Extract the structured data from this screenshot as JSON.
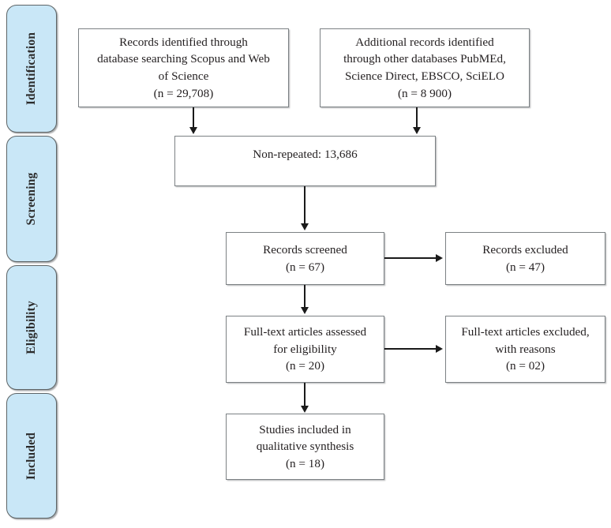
{
  "diagram": {
    "type": "prisma-flow-diagram",
    "stages": [
      {
        "id": "identification",
        "label": "Identification"
      },
      {
        "id": "screening",
        "label": "Screening"
      },
      {
        "id": "eligibility",
        "label": "Eligibility"
      },
      {
        "id": "included",
        "label": "Included"
      }
    ],
    "boxes": [
      {
        "id": "records-identified-database",
        "lines": [
          "Records identified through",
          "database searching Scopus and Web",
          "of Science",
          "(n = 29,708)"
        ],
        "count_label": "(n = 29,708)",
        "count": 29708
      },
      {
        "id": "additional-records-other-databases",
        "lines": [
          "Additional records identified",
          "through other databases PubMEd,",
          "Science Direct, EBSCO, SciELO",
          "(n = 8 900)"
        ],
        "count_label": "(n = 8 900)",
        "count": 8900
      },
      {
        "id": "non-repeated",
        "lines": [
          "Non-repeated: 13,686"
        ],
        "count_label": "13,686",
        "count": 13686
      },
      {
        "id": "records-screened",
        "lines": [
          "Records screened",
          "(n = 67)"
        ],
        "count_label": "(n = 67)",
        "count": 67
      },
      {
        "id": "records-excluded",
        "lines": [
          "Records excluded",
          "(n = 47)"
        ],
        "count_label": "(n = 47)",
        "count": 47
      },
      {
        "id": "full-text-assessed",
        "lines": [
          "Full-text articles assessed",
          "for eligibility",
          "(n = 20)"
        ],
        "count_label": "(n = 20)",
        "count": 20
      },
      {
        "id": "full-text-excluded",
        "lines": [
          "Full-text articles excluded,",
          "with reasons",
          "(n = 02)"
        ],
        "count_label": "(n = 02)",
        "count": 2
      },
      {
        "id": "studies-included",
        "lines": [
          "Studies included in",
          "qualitative synthesis",
          "(n = 18)"
        ],
        "count_label": "(n = 18)",
        "count": 18
      }
    ],
    "colors": {
      "stage_fill": "#c9e7f7",
      "stage_border": "#5d6466",
      "box_border": "#7c8184",
      "box_fill": "#ffffff",
      "connector": "#1a1a1a",
      "text": "#231f20",
      "page_background": "#ffffff"
    }
  }
}
